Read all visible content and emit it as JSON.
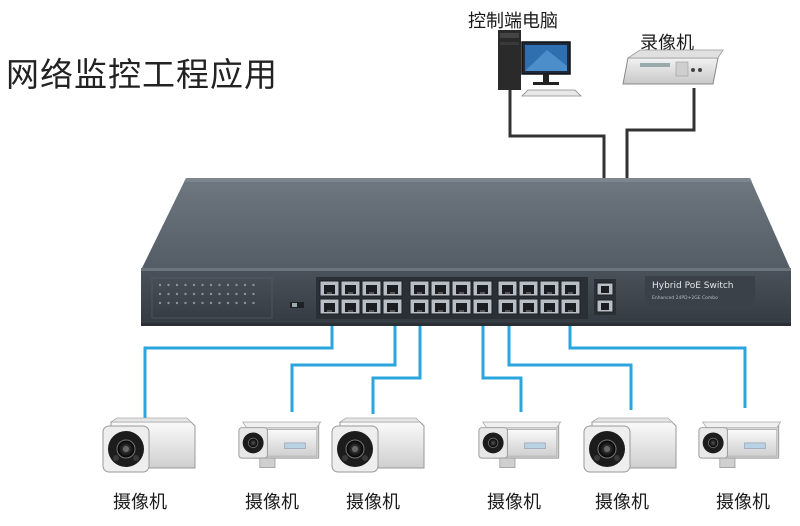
{
  "title": "网络监控工程应用",
  "devices": {
    "control_pc": "控制端电脑",
    "recorder": "录像机",
    "switch_name": "Hybrid PoE Switch",
    "switch_sub": "Enhanced 24PD+2GE Combo"
  },
  "cameras": [
    "摄像机",
    "摄像机",
    "摄像机",
    "摄像机",
    "摄像机",
    "摄像机"
  ],
  "colors": {
    "link_blue": "#2aa5dd",
    "cable_dark": "#333333",
    "switch_body": "#5d6670",
    "switch_front": "#3f464e"
  }
}
